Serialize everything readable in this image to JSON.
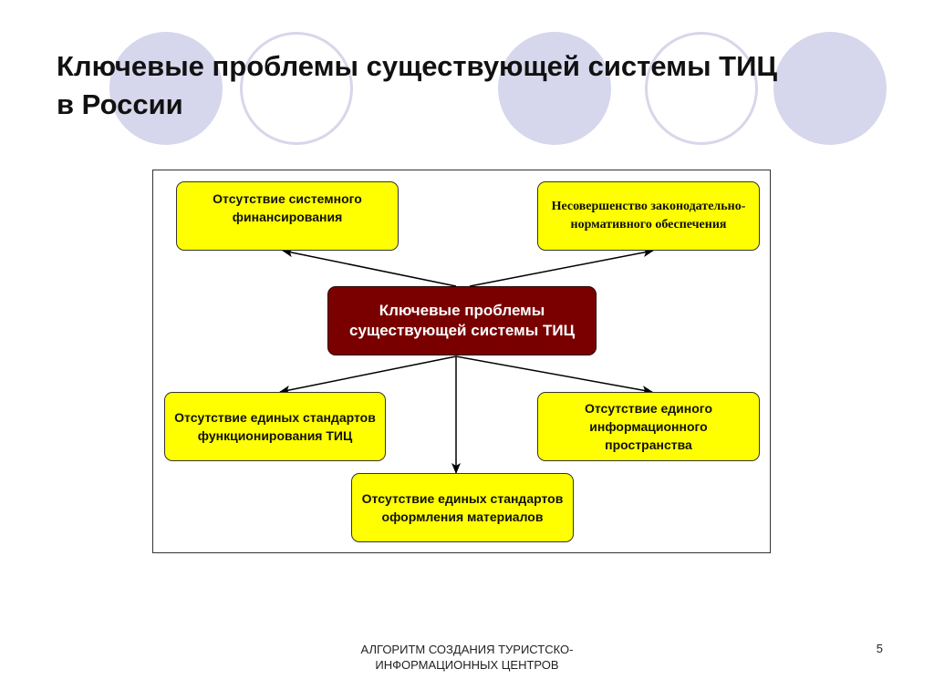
{
  "slide": {
    "title_line1": "Ключевые проблемы существующей системы ТИЦ",
    "title_line2": "в России"
  },
  "diagram": {
    "center": "Ключевые проблемы существующей системы ТИЦ",
    "nodes": {
      "funding": "Отсутствие системного финансирования",
      "legal": "Несовершенство законодательно-нормативного обеспечения",
      "standards": "Отсутствие единых стандартов функционирования ТИЦ",
      "info_space": "Отсутствие единого информационного пространства",
      "materials": "Отсутствие единых стандартов оформления материалов"
    },
    "colors": {
      "node_fill": "#ffff00",
      "center_fill": "#7a0000",
      "center_text": "#ffffff",
      "decor_circles": "#d6d6ec"
    }
  },
  "footer": {
    "text": "АЛГОРИТМ СОЗДАНИЯ ТУРИСТСКО-ИНФОРМАЦИОННЫХ ЦЕНТРОВ",
    "page_number": "5"
  }
}
